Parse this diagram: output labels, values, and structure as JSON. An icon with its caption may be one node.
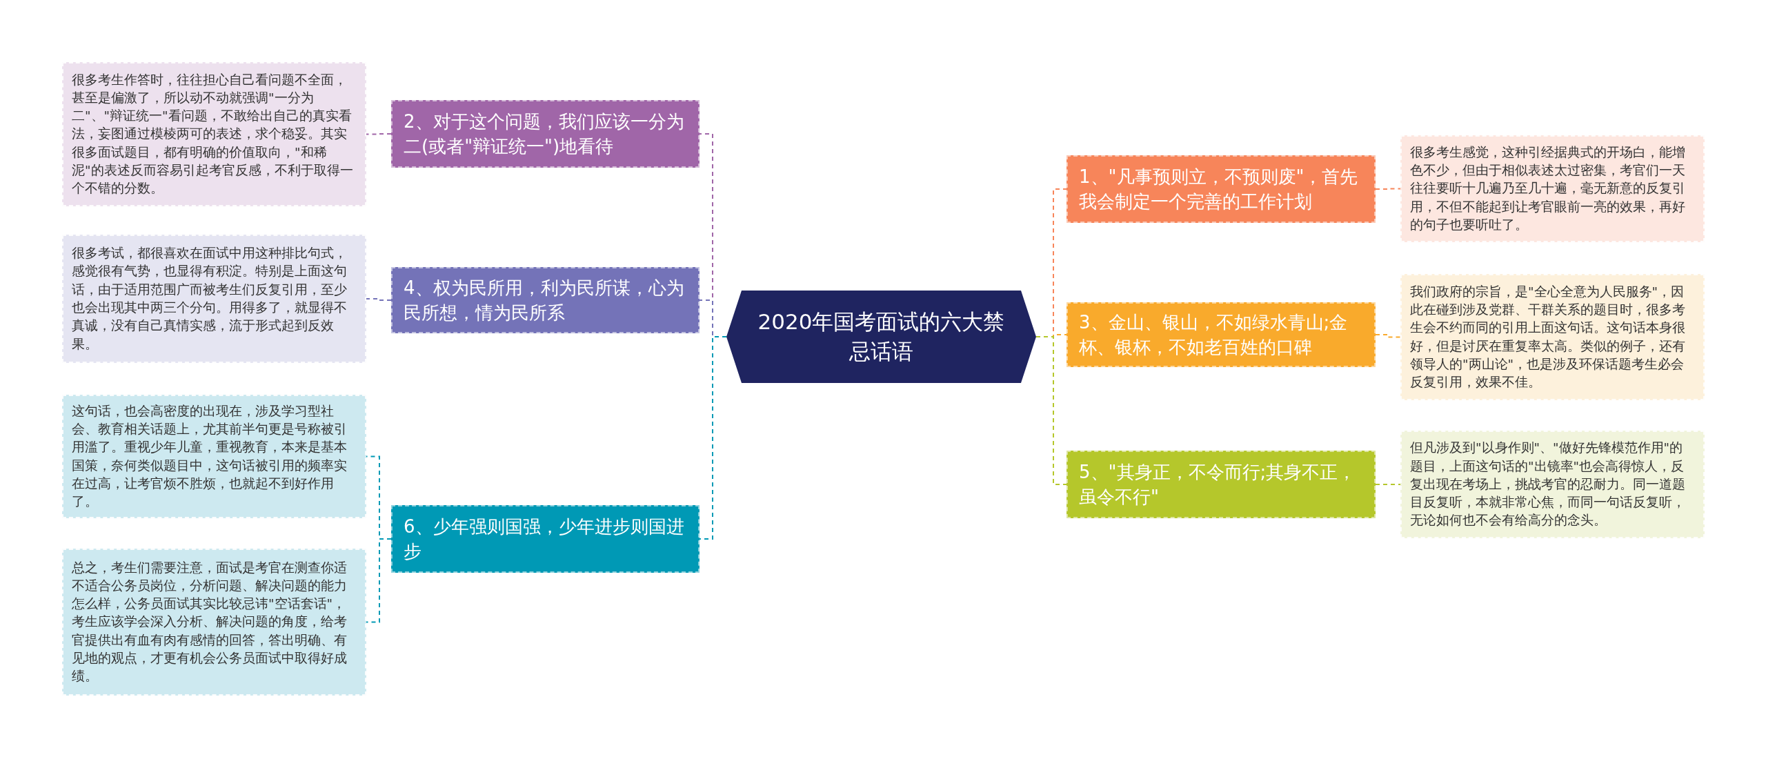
{
  "diagram": {
    "nodes": [
      {
        "text": [
          "2020年国考面试的六大禁忌话语"
        ]
      },
      {
        "text": [
          "2、对于这个问题，我们应该一分为二(或者\"辩证统一\")地看待"
        ]
      },
      {
        "text": [
          "很多考生作答时，往往担心自己看问题不全面，甚至是偏激了，所以动不动就强调\"一分为二\"、\"辩证统一\"看问题，不敢给出自己的真实看法，妄图通过模棱两可的表述，求个稳妥。其实很多面试题目，都有明确的价值取向，\"和稀泥\"的表述反而容易引起考官反感，不利于取得一个不错的分数。"
        ]
      },
      {
        "text": [
          "4、权为民所用，利为民所谋，心为民所想，情为民所系"
        ]
      },
      {
        "text": [
          "很多考试，都很喜欢在面试中用这种排比句式，感觉很有气势，也显得有积淀。特别是上面这句话，由于适用范围广而被考生们反复引用，至少也会出现其中两三个分句。用得多了，就显得不真诚，没有自己真情实感，流于形式起到反效果。"
        ]
      },
      {
        "text": [
          "6、少年强则国强，少年进步则国进步"
        ]
      },
      {
        "text": [
          "这句话，也会高密度的出现在，涉及学习型社会、教育相关话题上，尤其前半句更是号称被引用滥了。重视少年儿童，重视教育，本来是基本国策，奈何类似题目中，这句话被引用的频率实在过高，让考官烦不胜烦，也就起不到好作用了。"
        ]
      },
      {
        "text": [
          "总之，考生们需要注意，面试是考官在测查你适不适合公务员岗位，分析问题、解决问题的能力怎么样，公务员面试其实比较忌讳\"空话套话\"，考生应该学会深入分析、解决问题的角度，给考官提供出有血有肉有感情的回答，答出明确、有见地的观点，才更有机会公务员面试中取得好成绩。"
        ]
      },
      {
        "text": [
          "1、\"凡事预则立，不预则废\"，首先我会制定一个完善的工作计划"
        ]
      },
      {
        "text": [
          "很多考生感觉，这种引经据典式的开场白，能增色不少，但由于相似表述太过密集，考官们一天往往要听十几遍乃至几十遍，毫无新意的反复引用，不但不能起到让考官眼前一亮的效果，再好的句子也要听吐了。"
        ]
      },
      {
        "text": [
          "3、金山、银山，不如绿水青山;金杯、银杯，不如老百姓的口碑"
        ]
      },
      {
        "text": [
          "我们政府的宗旨，是\"全心全意为人民服务\"，因此在碰到涉及党群、干群关系的题目时，很多考生会不约而同的引用上面这句话。这句话本身很好，但是讨厌在重复率太高。类似的例子，还有领导人的\"两山论\"，也是涉及环保话题考生必会反复引用，效果不佳。"
        ]
      },
      {
        "text": [
          "5、\"其身正，不令而行;其身不正，虽令不行\""
        ]
      },
      {
        "text": [
          "但凡涉及到\"以身作则\"、\"做好先锋模范作用\"的题目，上面这句话的\"出镜率\"也会高得惊人，反复出现在考场上，挑战考官的忍耐力。同一道题目反复听，本就非常心焦，而同一句话反复听，无论如何也不会有给高分的念头。"
        ]
      }
    ],
    "edges": [
      {
        "from": 0,
        "to": 1,
        "arrow": "none",
        "style": "dashed",
        "color": "#a066a8"
      },
      {
        "from": 1,
        "to": 2,
        "arrow": "none",
        "style": "dashed",
        "color": "#a066a8"
      },
      {
        "from": 0,
        "to": 3,
        "arrow": "none",
        "style": "dashed",
        "color": "#7473b8"
      },
      {
        "from": 3,
        "to": 4,
        "arrow": "none",
        "style": "dashed",
        "color": "#7473b8"
      },
      {
        "from": 0,
        "to": 5,
        "arrow": "none",
        "style": "dashed",
        "color": "#0099b5"
      },
      {
        "from": 5,
        "to": 6,
        "arrow": "none",
        "style": "dashed",
        "color": "#0099b5"
      },
      {
        "from": 5,
        "to": 7,
        "arrow": "none",
        "style": "dashed",
        "color": "#0099b5"
      },
      {
        "from": 0,
        "to": 8,
        "arrow": "none",
        "style": "dashed",
        "color": "#f7855a"
      },
      {
        "from": 8,
        "to": 9,
        "arrow": "none",
        "style": "dashed",
        "color": "#f7855a"
      },
      {
        "from": 0,
        "to": 10,
        "arrow": "none",
        "style": "dashed",
        "color": "#f9aa2c"
      },
      {
        "from": 10,
        "to": 11,
        "arrow": "none",
        "style": "dashed",
        "color": "#f9aa2c"
      },
      {
        "from": 0,
        "to": 12,
        "arrow": "none",
        "style": "dashed",
        "color": "#b5c72b"
      },
      {
        "from": 12,
        "to": 13,
        "arrow": "none",
        "style": "dashed",
        "color": "#b5c72b"
      }
    ]
  }
}
